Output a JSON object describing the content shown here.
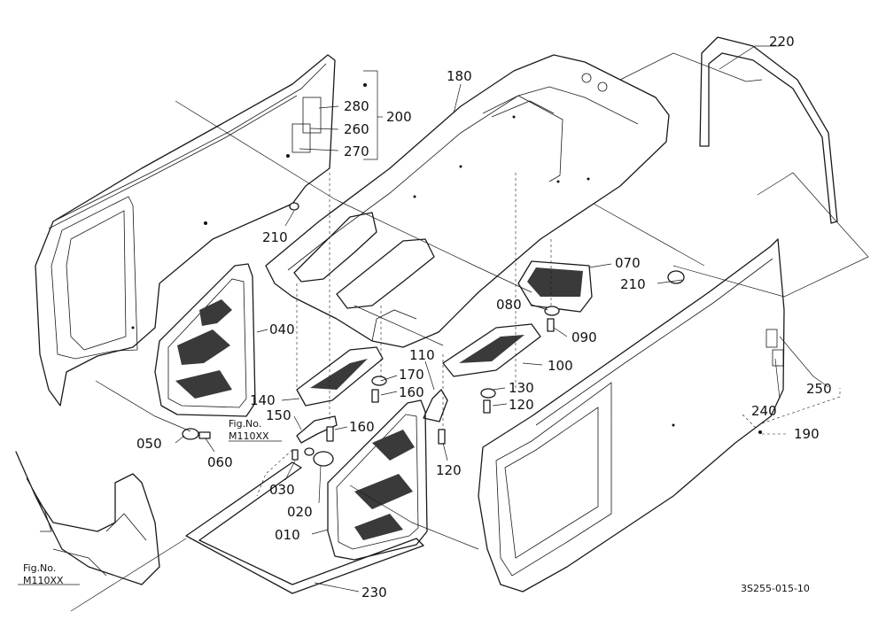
{
  "callouts": [
    {
      "id": "p220",
      "text": "220"
    },
    {
      "id": "p180",
      "text": "180"
    },
    {
      "id": "p200",
      "text": "200"
    },
    {
      "id": "p280",
      "text": "280"
    },
    {
      "id": "p260",
      "text": "260"
    },
    {
      "id": "p270",
      "text": "270"
    },
    {
      "id": "p210a",
      "text": "210"
    },
    {
      "id": "p210b",
      "text": "210"
    },
    {
      "id": "p070",
      "text": "070"
    },
    {
      "id": "p080",
      "text": "080"
    },
    {
      "id": "p090",
      "text": "090"
    },
    {
      "id": "p100",
      "text": "100"
    },
    {
      "id": "p110",
      "text": "110"
    },
    {
      "id": "p170",
      "text": "170"
    },
    {
      "id": "p160a",
      "text": "160"
    },
    {
      "id": "p160b",
      "text": "160"
    },
    {
      "id": "p130",
      "text": "130"
    },
    {
      "id": "p120a",
      "text": "120"
    },
    {
      "id": "p120b",
      "text": "120"
    },
    {
      "id": "p140",
      "text": "140"
    },
    {
      "id": "p150",
      "text": "150"
    },
    {
      "id": "p040",
      "text": "040"
    },
    {
      "id": "p050",
      "text": "050"
    },
    {
      "id": "p060",
      "text": "060"
    },
    {
      "id": "p030",
      "text": "030"
    },
    {
      "id": "p020",
      "text": "020"
    },
    {
      "id": "p010",
      "text": "010"
    },
    {
      "id": "p230",
      "text": "230"
    },
    {
      "id": "p250",
      "text": "250"
    },
    {
      "id": "p240",
      "text": "240"
    },
    {
      "id": "p190",
      "text": "190"
    }
  ],
  "fig_refs": [
    {
      "line1": "Fig.No.",
      "line2": "M110XX"
    },
    {
      "line1": "Fig.No.",
      "line2": "M110XX"
    }
  ],
  "drawing_code": "3S255-015-10"
}
